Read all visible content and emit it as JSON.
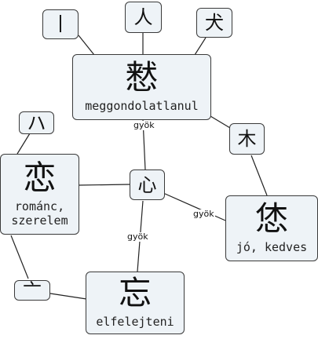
{
  "nodes": {
    "stroke": {
      "char": "丨"
    },
    "person": {
      "char": "人"
    },
    "dog": {
      "char": "犬"
    },
    "eight": {
      "char": "ハ"
    },
    "tree": {
      "char": "木"
    },
    "lid": {
      "char": "亠"
    },
    "heart": {
      "char": "心"
    },
    "main": {
      "char": "慭",
      "meaning": "meggondolatlanul"
    },
    "love": {
      "char": "恋",
      "meaning": "románc, szerelem"
    },
    "kind": {
      "char": "恷",
      "meaning": "jó, kedves"
    },
    "forget": {
      "char": "忘",
      "meaning": "elfelejteni"
    }
  },
  "edge_labels": {
    "main_heart": "gyök",
    "heart_forget": "gyök",
    "heart_kind": "gyök"
  },
  "colors": {
    "node_fill": "#eef3f7",
    "node_border": "#3a3a3a",
    "edge": "#222222"
  }
}
